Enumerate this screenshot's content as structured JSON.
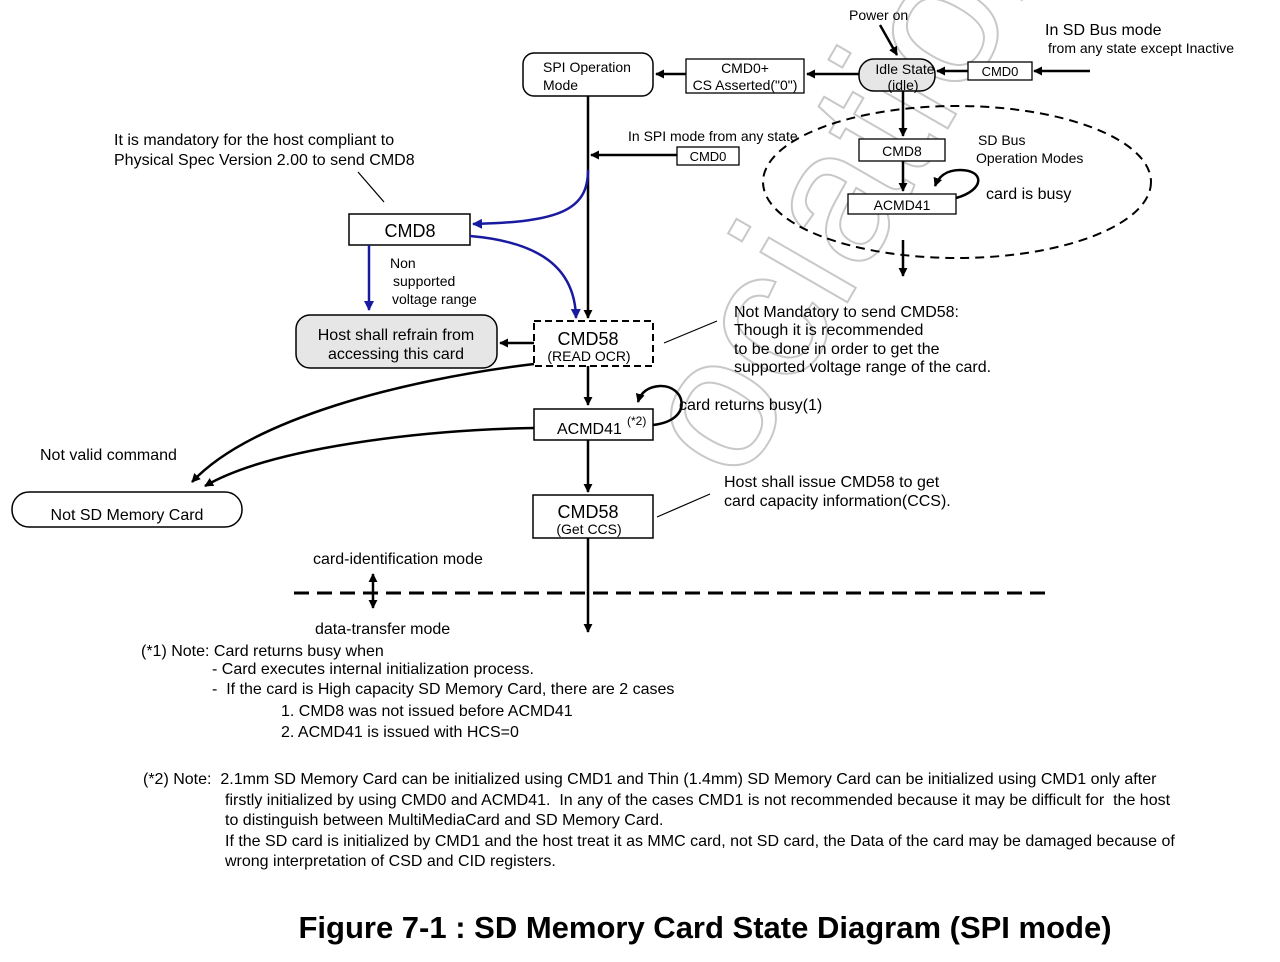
{
  "labels": {
    "power_on": "Power on",
    "sd_bus_mode": "In SD Bus mode",
    "from_any_state": "from any state except Inactive",
    "spi_op_mode_1": "SPI Operation",
    "spi_op_mode_2": "Mode",
    "cmd0_cs_1": "CMD0+",
    "cmd0_cs_2": "CS Asserted(\"0\")",
    "idle_1": "Idle State",
    "idle_2": "(idle)",
    "cmd0_top": "CMD0",
    "mandatory_1": "It is mandatory for the host compliant to",
    "mandatory_2": "Physical Spec Version 2.00  to send CMD8",
    "spi_any_state": "In SPI mode from any state",
    "cmd0_spi": "CMD0",
    "cmd8_sd": "CMD8",
    "sd_bus_op_1": "SD Bus",
    "sd_bus_op_2": "Operation Modes",
    "acmd41_sd": "ACMD41",
    "card_is_busy": "card is busy",
    "cmd8_main": "CMD8",
    "non_1": "Non",
    "non_2": "supported",
    "non_3": "voltage range",
    "refrain_1": "Host shall refrain from",
    "refrain_2": "accessing this card",
    "cmd58_1": "CMD58",
    "cmd58_1_sub": "(READ OCR)",
    "not_mand_1": "Not Mandatory to send CMD58:",
    "not_mand_2": "Though it is recommended",
    "not_mand_3": "to be done in order to get the",
    "not_mand_4": "supported voltage range of the card.",
    "acmd41_main": "ACMD41",
    "acmd41_sup": "(*2)",
    "card_returns_busy": "card returns busy(1)",
    "not_valid": "Not valid command",
    "not_sd": "Not SD Memory Card",
    "cmd58_2": "CMD58",
    "cmd58_2_sub": "(Get CCS)",
    "host_issue_1": "Host shall issue CMD58 to get",
    "host_issue_2": "card capacity information(CCS).",
    "card_id_mode": "card-identification mode",
    "data_transfer_mode": "data-transfer mode"
  },
  "notes": {
    "n1_l1": "(*1) Note: Card returns busy when",
    "n1_l2": "- Card executes internal initialization process.",
    "n1_l3": "-  If the card is High capacity SD Memory Card, there are 2 cases",
    "n1_l4": "1. CMD8 was not issued before ACMD41",
    "n1_l5": "2. ACMD41 is issued with HCS=0",
    "n2_l1": "(*2) Note:  2.1mm SD Memory Card can be initialized using CMD1 and Thin (1.4mm) SD Memory Card can be initialized using CMD1 only after",
    "n2_l2": "firstly initialized by using CMD0 and ACMD41.  In any of the cases CMD1 is not recommended because it may be difficult for  the host",
    "n2_l3": "to distinguish between MultiMediaCard and SD Memory Card.",
    "n2_l4": "If the SD card is initialized by CMD1 and the host treat it as MMC card, not SD card, the Data of the card may be damaged because of",
    "n2_l5": "wrong interpretation of CSD and CID registers."
  },
  "caption": "Figure 7-1 : SD Memory Card State Diagram (SPI mode)",
  "watermark": "ociation",
  "colors": {
    "line": "#000000",
    "blue_arrow": "#1a1aa0",
    "box_gray": "#e6e6e6",
    "watermark": "#c8c8c8"
  }
}
